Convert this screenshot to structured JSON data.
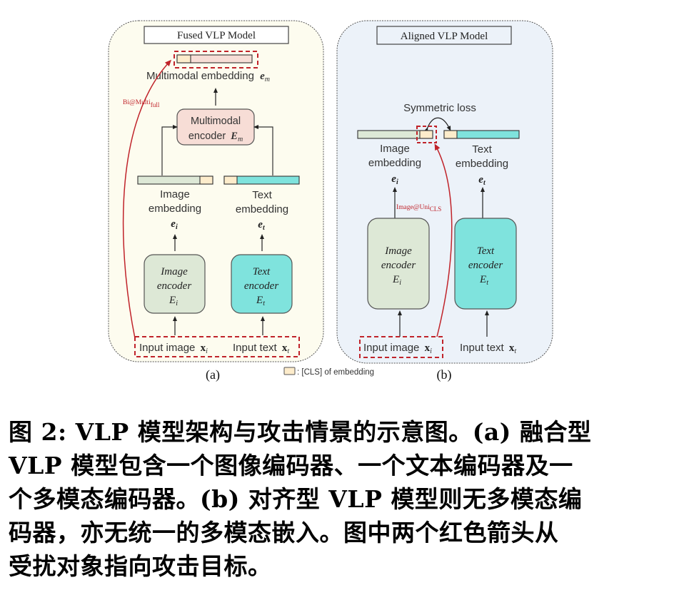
{
  "figure": {
    "panel_a": {
      "title": "Fused VLP Model",
      "multimodal_embedding_label": "Multimodal embedding",
      "multimodal_embedding_symbol": "e",
      "multimodal_embedding_sub": "m",
      "multimodal_encoder_line1": "Multimodal",
      "multimodal_encoder_line2": "encoder",
      "multimodal_encoder_symbol": "E",
      "multimodal_encoder_sub": "m",
      "image_embedding_line1": "Image",
      "image_embedding_line2": "embedding",
      "image_embedding_symbol": "e",
      "image_embedding_sub": "i",
      "text_embedding_line1": "Text",
      "text_embedding_line2": "embedding",
      "text_embedding_symbol": "e",
      "text_embedding_sub": "t",
      "image_encoder_line1": "Image",
      "image_encoder_line2": "encoder",
      "image_encoder_symbol": "E",
      "image_encoder_sub": "i",
      "text_encoder_line1": "Text",
      "text_encoder_line2": "encoder",
      "text_encoder_symbol": "E",
      "text_encoder_sub": "t",
      "input_image_label": "Input image",
      "input_image_symbol": "x",
      "input_image_sub": "i",
      "input_text_label": "Input text",
      "input_text_symbol": "x",
      "input_text_sub": "t",
      "attack_label": "Bi@Multi",
      "attack_sub": "full",
      "panel_label": "(a)"
    },
    "panel_b": {
      "title": "Aligned VLP Model",
      "symmetric_loss_label": "Symmetric loss",
      "image_embedding_line1": "Image",
      "image_embedding_line2": "embedding",
      "image_embedding_symbol": "e",
      "image_embedding_sub": "i",
      "text_embedding_line1": "Text",
      "text_embedding_line2": "embedding",
      "text_embedding_symbol": "e",
      "text_embedding_sub": "t",
      "image_encoder_line1": "Image",
      "image_encoder_line2": "encoder",
      "image_encoder_symbol": "E",
      "image_encoder_sub": "i",
      "text_encoder_line1": "Text",
      "text_encoder_line2": "encoder",
      "text_encoder_symbol": "E",
      "text_encoder_sub": "t",
      "input_image_label": "Input image",
      "input_image_symbol": "x",
      "input_image_sub": "i",
      "input_text_label": "Input text",
      "input_text_symbol": "x",
      "input_text_sub": "t",
      "attack_label": "Image@Uni",
      "attack_sub": "CLS",
      "panel_label": "(b)"
    },
    "legend": {
      "label": ": [CLS] of embedding"
    },
    "colors": {
      "panel_a_bg": "#fdfcef",
      "panel_b_bg": "#ecf2f9",
      "image_green": "#dde8d6",
      "text_cyan": "#7fe3dd",
      "cls_cream": "#fdeccb",
      "multimodal_pink": "#f7ddd6",
      "attack_red": "#c0232a"
    }
  },
  "caption": {
    "lines": [
      "图 2: VLP 模型架构与攻击情景的示意图。(a) 融合型",
      "VLP 模型包含一个图像编码器、一个文本编码器及一",
      "个多模态编码器。(b) 对齐型 VLP 模型则无多模态编",
      "码器，亦无统一的多模态嵌入。图中两个红色箭头从",
      "受扰对象指向攻击目标。"
    ]
  }
}
